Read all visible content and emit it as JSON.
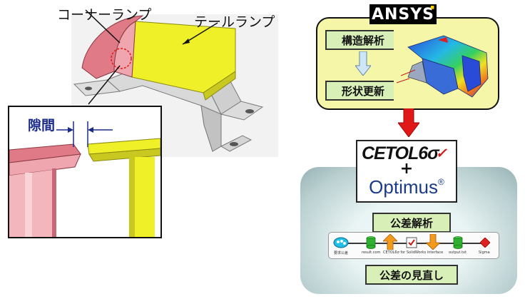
{
  "left_figure": {
    "callout_corner": "コーナーランプ",
    "callout_tail": "テールランプ",
    "gap_label": "隙間"
  },
  "right_panel": {
    "ansys_logo": "ANSYS",
    "step_structural": "構造解析",
    "step_shape_update": "形状更新",
    "cetol_logo": "CETOL6σ",
    "plus": "+",
    "optimus_logo": "Optimus",
    "optimus_reg": "®",
    "tolerance_analysis": "公差解析",
    "tolerance_review": "公差の見直し",
    "workflow_nodes": [
      {
        "label": "要求公差"
      },
      {
        "label": "result.com"
      },
      {
        "label": "CETOL6σ for SolidWorks interface"
      },
      {
        "label": "output.txt"
      },
      {
        "label": "Sigma"
      }
    ]
  },
  "colors": {
    "corner_lamp": "#e07a86",
    "tail_lamp": "#f0f028",
    "box_yellow": "#f6f6a8",
    "box_green": "#d8f0b8",
    "arrow_red": "#e01818",
    "arrow_orange": "#f39a1a"
  }
}
